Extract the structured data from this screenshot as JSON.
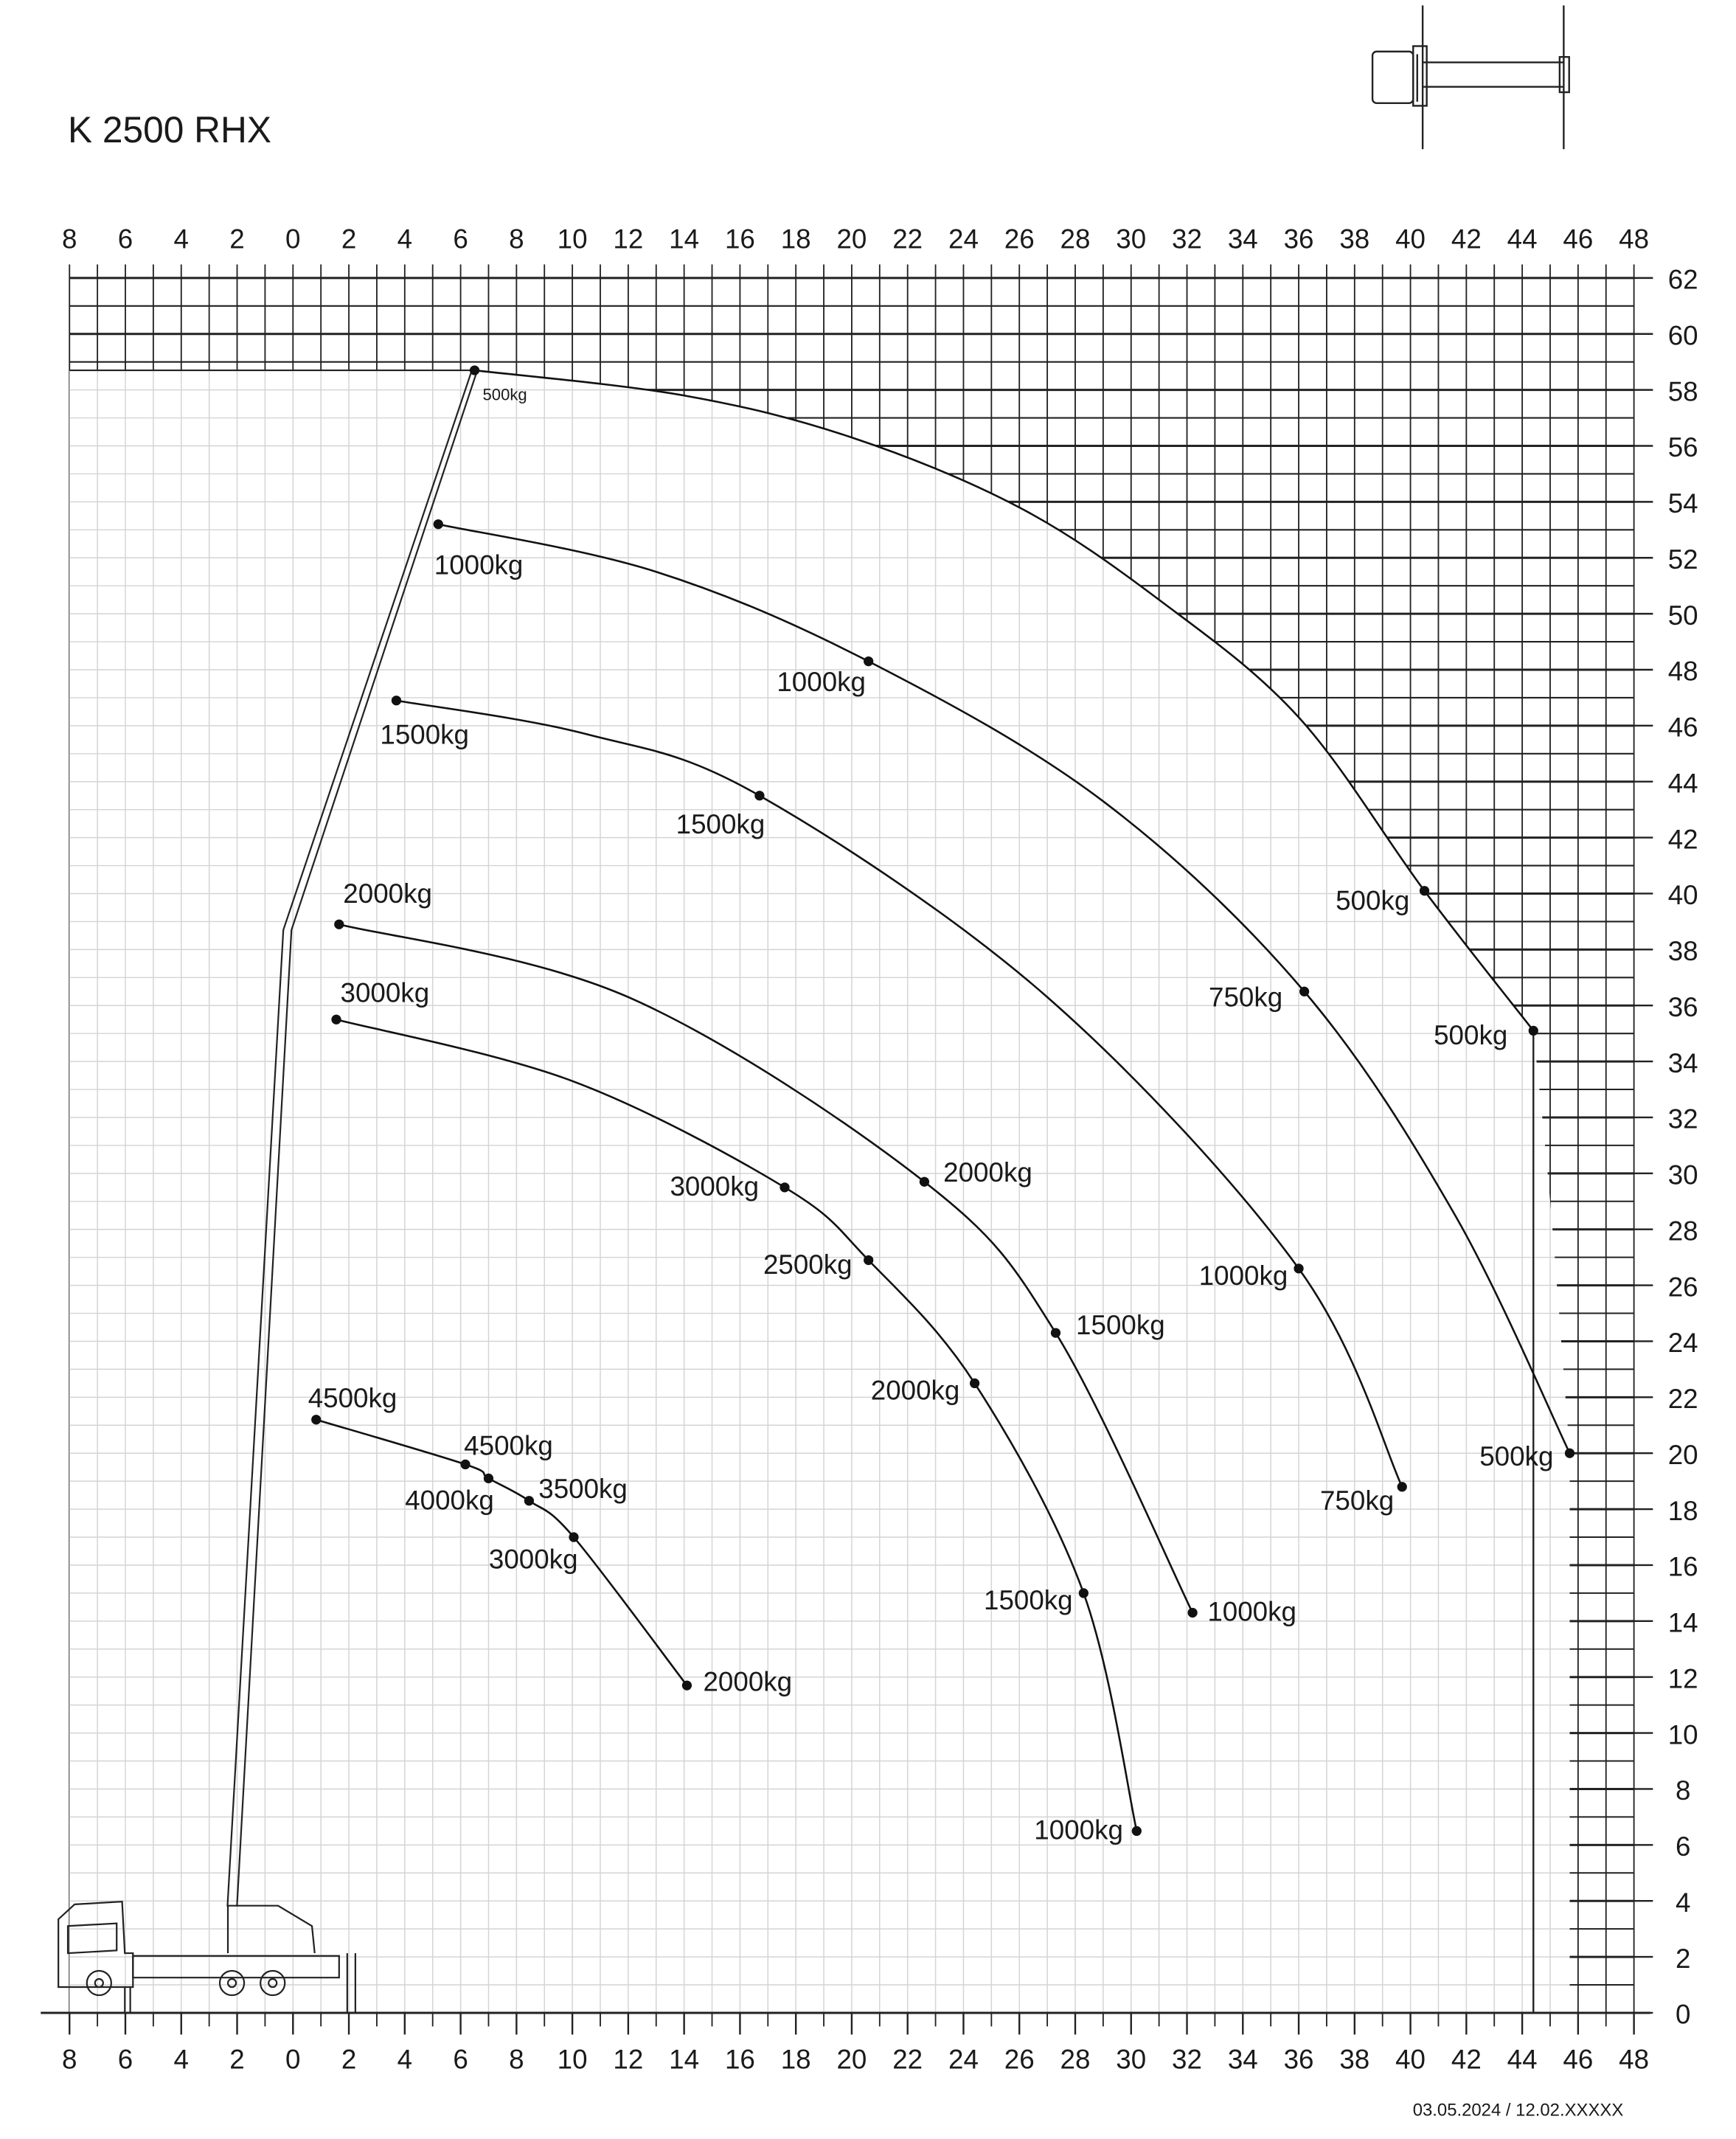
{
  "title": "K 2500 RHX",
  "footer": "03.05.2024 / 12.02.XXXXX",
  "chart_data": {
    "type": "line",
    "title": "K 2500 RHX",
    "xlabel": "",
    "ylabel": "",
    "xlim": [
      -8,
      48
    ],
    "ylim": [
      0,
      62
    ],
    "x_ticks": [
      -8,
      -6,
      -4,
      -2,
      0,
      2,
      4,
      6,
      8,
      10,
      12,
      14,
      16,
      18,
      20,
      22,
      24,
      26,
      28,
      30,
      32,
      34,
      36,
      38,
      40,
      42,
      44,
      46,
      48
    ],
    "x_tick_labels": [
      "8",
      "6",
      "4",
      "2",
      "0",
      "2",
      "4",
      "6",
      "8",
      "10",
      "12",
      "14",
      "16",
      "18",
      "20",
      "22",
      "24",
      "26",
      "28",
      "30",
      "32",
      "34",
      "36",
      "38",
      "40",
      "42",
      "44",
      "46",
      "48"
    ],
    "y_ticks": [
      0,
      2,
      4,
      6,
      8,
      10,
      12,
      14,
      16,
      18,
      20,
      22,
      24,
      26,
      28,
      30,
      32,
      34,
      36,
      38,
      40,
      42,
      44,
      46,
      48,
      50,
      52,
      54,
      56,
      58,
      60,
      62
    ],
    "y_tick_labels": [
      "0",
      "2",
      "4",
      "6",
      "8",
      "10",
      "12",
      "14",
      "16",
      "18",
      "20",
      "22",
      "24",
      "26",
      "28",
      "30",
      "32",
      "34",
      "36",
      "38",
      "40",
      "42",
      "44",
      "46",
      "48",
      "50",
      "52",
      "54",
      "56",
      "58",
      "60",
      "62"
    ],
    "grid": true,
    "units": "m",
    "series": [
      {
        "name": "envelope",
        "points": [
          {
            "x": 6.5,
            "y": 58.7,
            "load": "500kg"
          },
          {
            "x": 40.5,
            "y": 40.1,
            "load": "500kg"
          },
          {
            "x": 44.4,
            "y": 35.1,
            "load": "500kg"
          }
        ]
      },
      {
        "name": "curve-1000",
        "points": [
          {
            "x": 5.2,
            "y": 53.2,
            "load": "1000kg"
          },
          {
            "x": 20.6,
            "y": 48.3,
            "load": "1000kg"
          },
          {
            "x": 36.2,
            "y": 36.5,
            "load": "750kg"
          },
          {
            "x": 45.7,
            "y": 20.0,
            "load": "500kg"
          }
        ]
      },
      {
        "name": "curve-1500",
        "points": [
          {
            "x": 3.7,
            "y": 46.9,
            "load": "1500kg"
          },
          {
            "x": 16.7,
            "y": 43.5,
            "load": "1500kg"
          },
          {
            "x": 36.0,
            "y": 26.6,
            "load": "1000kg"
          },
          {
            "x": 39.7,
            "y": 18.8,
            "load": "750kg"
          }
        ]
      },
      {
        "name": "curve-2000",
        "points": [
          {
            "x": 1.65,
            "y": 38.9,
            "load": "2000kg"
          },
          {
            "x": 22.6,
            "y": 29.7,
            "load": "2000kg"
          },
          {
            "x": 27.3,
            "y": 24.3,
            "load": "1500kg"
          },
          {
            "x": 32.2,
            "y": 14.3,
            "load": "1000kg"
          }
        ]
      },
      {
        "name": "curve-3000",
        "points": [
          {
            "x": 1.55,
            "y": 35.5,
            "load": "3000kg"
          },
          {
            "x": 17.6,
            "y": 29.5,
            "load": "3000kg"
          },
          {
            "x": 20.6,
            "y": 26.9,
            "load": "2500kg"
          },
          {
            "x": 24.4,
            "y": 22.5,
            "load": "2000kg"
          },
          {
            "x": 28.3,
            "y": 15.0,
            "load": "1500kg"
          },
          {
            "x": 30.2,
            "y": 6.5,
            "load": "1000kg"
          }
        ]
      },
      {
        "name": "curve-4500",
        "points": [
          {
            "x": 0.83,
            "y": 21.2,
            "load": "4500kg"
          },
          {
            "x": 6.17,
            "y": 19.6,
            "load": "4500kg"
          },
          {
            "x": 7.0,
            "y": 19.1,
            "load": "4000kg"
          },
          {
            "x": 8.45,
            "y": 18.3,
            "load": "3500kg"
          },
          {
            "x": 10.05,
            "y": 17.0,
            "load": "3000kg"
          },
          {
            "x": 14.1,
            "y": 11.7,
            "load": "2000kg"
          }
        ]
      }
    ]
  }
}
